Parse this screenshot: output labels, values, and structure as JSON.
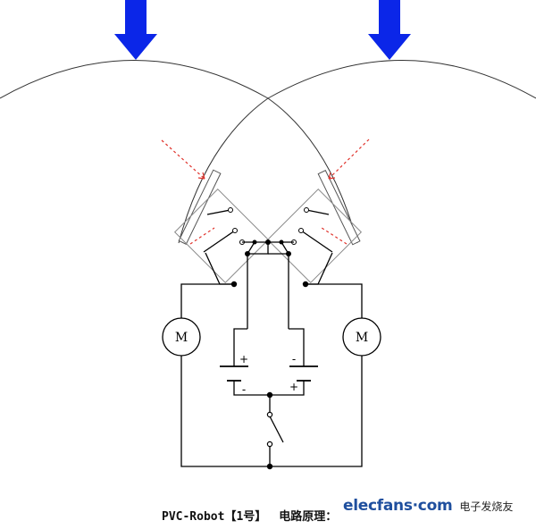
{
  "diagram": {
    "motor_left_label": "M",
    "motor_right_label": "M",
    "plus_sign": "+",
    "minus_sign": "-"
  },
  "caption": {
    "prefix": "PVC-Robot",
    "number": "【1号】",
    "title": "电路原理："
  },
  "watermark": {
    "brand": "elecfans·com",
    "site_cn": "电子发烧友"
  },
  "colors": {
    "arrow_blue": "#0b26e8",
    "sensor_ray_red": "#e0322b",
    "wire": "#000000",
    "sensor_frame": "#777777",
    "watermark_blue": "#1f4f9e"
  }
}
